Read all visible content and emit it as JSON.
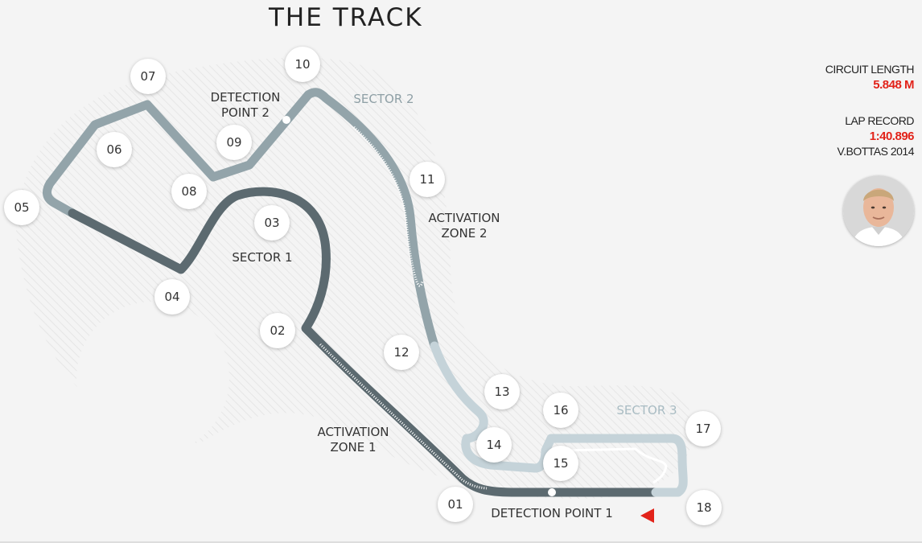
{
  "title": "THE TRACK",
  "info": {
    "circuit_length_label": "CIRCUIT LENGTH",
    "circuit_length_value": "5.848 M",
    "lap_record_label": "LAP RECORD",
    "lap_record_value": "1:40.896",
    "lap_record_holder": "V.BOTTAS 2014"
  },
  "labels": {
    "detection_point_2": [
      "DETECTION",
      "POINT 2"
    ],
    "sector_2": "SECTOR 2",
    "activation_zone_2": [
      "ACTIVATION",
      "ZONE 2"
    ],
    "sector_1": "SECTOR 1",
    "activation_zone_1": [
      "ACTIVATION",
      "ZONE 1"
    ],
    "detection_point_1": "DETECTION POINT 1",
    "sector_3": "SECTOR 3"
  },
  "corners": [
    "01",
    "02",
    "03",
    "04",
    "05",
    "06",
    "07",
    "08",
    "09",
    "10",
    "11",
    "12",
    "13",
    "14",
    "15",
    "16",
    "17",
    "18"
  ],
  "colors": {
    "sector_1": "#5c6a70",
    "sector_2": "#93a4aa",
    "sector_3": "#c5d3d9",
    "start_marker": "#e2231a"
  },
  "icons": {
    "start_marker": "red-triangle-icon",
    "driver_photo": "driver-portrait"
  }
}
